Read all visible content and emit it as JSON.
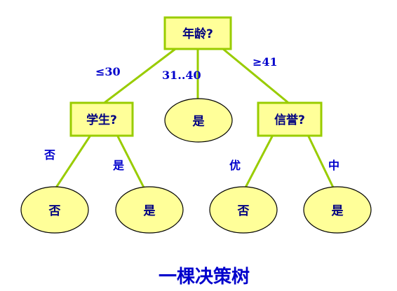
{
  "diagram": {
    "caption": "一棵决策树",
    "nodes": {
      "root": "年龄?",
      "student": "学生?",
      "credit": "信誉?",
      "mid_leaf": "是",
      "student_no_leaf": "否",
      "student_yes_leaf": "是",
      "credit_excellent_leaf": "否",
      "credit_fair_leaf": "是"
    },
    "edges": {
      "age_low": "≤30",
      "age_mid": "31..40",
      "age_high": "≥41",
      "student_no": "否",
      "student_yes": "是",
      "credit_excellent": "优",
      "credit_fair": "中"
    },
    "colors": {
      "node_fill": "#ffff99",
      "edge_line": "#99cc00",
      "node_text": "#000080",
      "edge_label": "#0000cc"
    }
  }
}
